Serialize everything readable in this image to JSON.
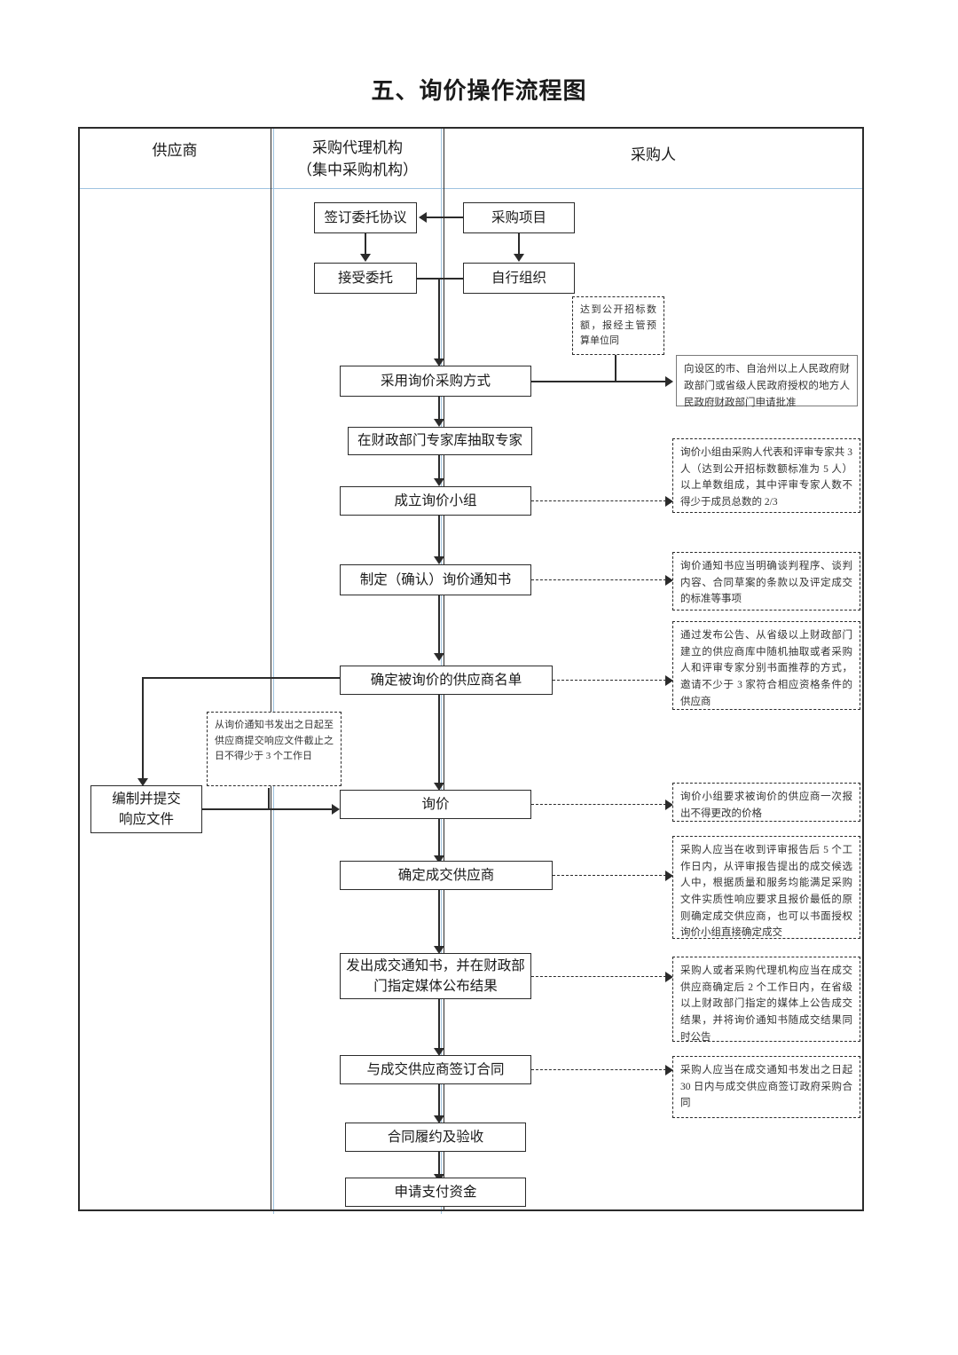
{
  "title": "五、询价操作流程图",
  "columns": [
    {
      "key": "supplier",
      "header": "供应商"
    },
    {
      "key": "agency",
      "header_line1": "采购代理机构",
      "header_line2": "（集中采购机构）"
    },
    {
      "key": "purchaser",
      "header": "采购人"
    }
  ],
  "boxes": {
    "sign_agreement": "签订委托协议",
    "procurement_project": "采购项目",
    "accept_entrust": "接受委托",
    "self_organize": "自行组织",
    "adopt_inquiry_method": "采用询价采购方式",
    "draw_experts": "在财政部门专家库抽取专家",
    "form_inquiry_group": "成立询价小组",
    "make_inquiry_notice": "制定（确认）询价通知书",
    "determine_supplier_list": "确定被询价的供应商名单",
    "prepare_submit_response": "编制并提交\n响应文件",
    "inquiry": "询价",
    "determine_winner": "确定成交供应商",
    "issue_notice_publish": "发出成交通知书，并在财政部\n门指定媒体公布结果",
    "sign_contract": "与成交供应商签订合同",
    "contract_performance": "合同履约及验收",
    "apply_payment": "申请支付资金"
  },
  "notes": {
    "open_tender_amount": "达到公开招标数额，报经主管预算单位同",
    "apply_approval": "向设区的市、自治州以上人民政府财政部门或省级人民政府授权的地方人民政府财政部门申请批准",
    "group_composition": "询价小组由采购人代表和评审专家共 3 人（达到公开招标数额标准为 5 人）以上单数组成，其中评审专家人数不得少于成员总数的 2/3",
    "notice_content": "询价通知书应当明确谈判程序、谈判内容、合同草案的条款以及评定成交的标准等事项",
    "supplier_selection": "通过发布公告、从省级以上财政部门建立的供应商库中随机抽取或者采购人和评审专家分别书面推荐的方式，邀请不少于 3 家符合相应资格条件的供应商",
    "response_deadline": "从询价通知书发出之日起至供应商提交响应文件截止之日不得少于 3 个工作日",
    "one_time_quote": "询价小组要求被询价的供应商一次报出不得更改的价格",
    "award_decision": "采购人应当在收到评审报告后 5 个工作日内，从评审报告提出的成交候选人中，根据质量和服务均能满足采购文件实质性响应要求且报价最低的原则确定成交供应商，也可以书面授权询价小组直接确定成交",
    "publish_result": "采购人或者采购代理机构应当在成交供应商确定后 2 个工作日内，在省级以上财政部门指定的媒体上公告成交结果，并将询价通知书随成交结果同时公告",
    "contract_deadline": "采购人应当在成交通知书发出之日起 30 日内与成交供应商签订政府采购合同"
  },
  "colors": {
    "line": "#2b2b2b",
    "guide": "#9fc3e0",
    "note_border": "#2b2b2b",
    "background": "#ffffff"
  }
}
